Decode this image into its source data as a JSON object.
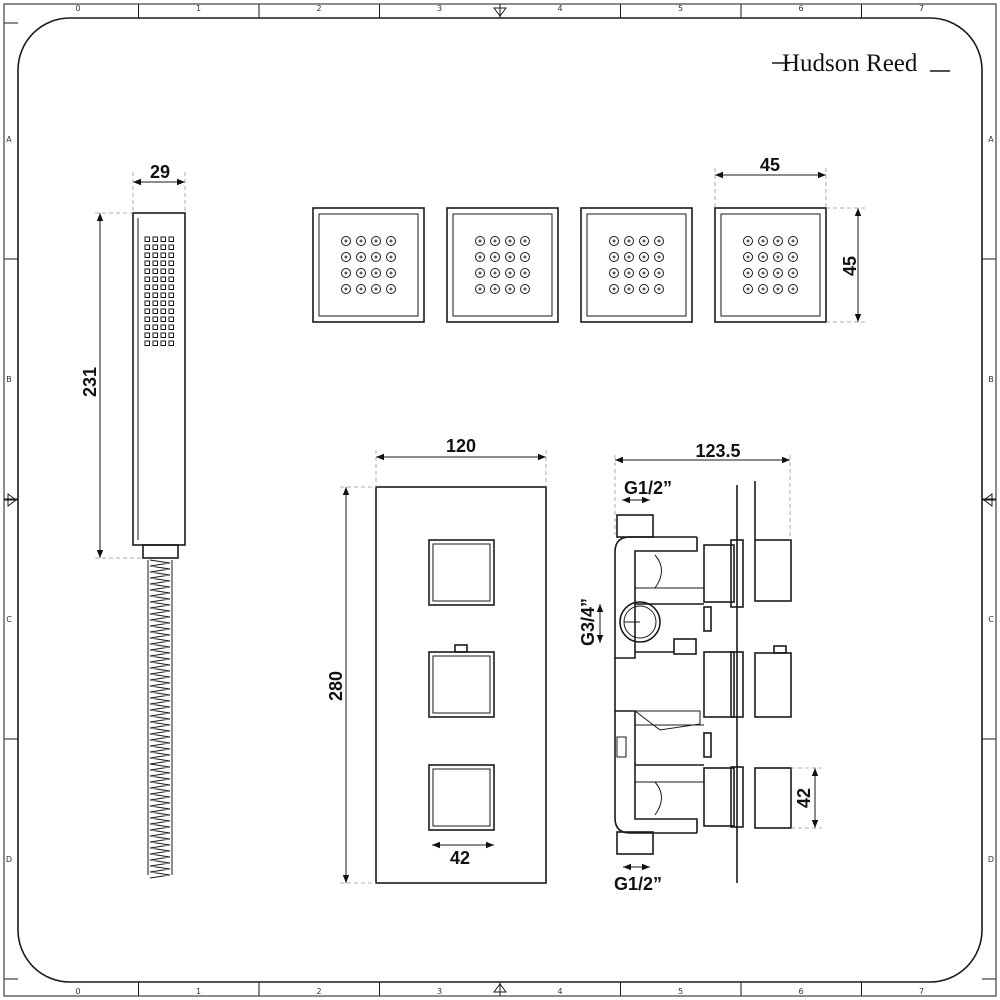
{
  "brand": {
    "logo_text": "Hudson Reed"
  },
  "ruler": {
    "columns": [
      "0",
      "1",
      "2",
      "3",
      "4",
      "5",
      "6",
      "7"
    ],
    "rows": [
      "A",
      "B",
      "C",
      "D"
    ]
  },
  "dimensions": {
    "handset_width": "29",
    "handset_length": "231",
    "jet_width": "45",
    "jet_height": "45",
    "faceplate_width": "120",
    "faceplate_height": "280",
    "knob_width": "42",
    "valve_depth": "123.5",
    "outlet_top": "G1/2”",
    "inlet_side": "G3/4”",
    "outlet_bottom": "G1/2”",
    "knob_height": "42"
  }
}
